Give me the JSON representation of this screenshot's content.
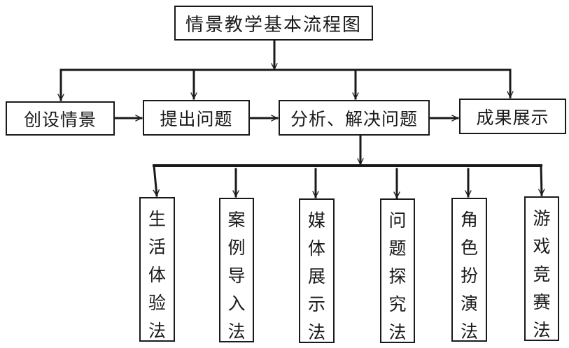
{
  "title": "情景教学基本流程图",
  "steps": [
    {
      "label": "创设情景"
    },
    {
      "label": "提出问题"
    },
    {
      "label": "分析、解决问题"
    },
    {
      "label": "成果展示"
    }
  ],
  "methods": [
    {
      "label": "生活体验法",
      "chars": [
        "生",
        "活",
        "体",
        "验",
        "法"
      ]
    },
    {
      "label": "案例导入法",
      "chars": [
        "案",
        "例",
        "导",
        "入",
        "法"
      ]
    },
    {
      "label": "媒体展示法",
      "chars": [
        "媒",
        "体",
        "展",
        "示",
        "法"
      ]
    },
    {
      "label": "问题探究法",
      "chars": [
        "问",
        "题",
        "探",
        "究",
        "法"
      ]
    },
    {
      "label": "角色扮演法",
      "chars": [
        "角",
        "色",
        "扮",
        "演",
        "法"
      ]
    },
    {
      "label": "游戏竞赛法",
      "chars": [
        "游",
        "戏",
        "竞",
        "赛",
        "法"
      ]
    }
  ],
  "colors": {
    "line": "#1a1a1a",
    "background": "#ffffff"
  }
}
